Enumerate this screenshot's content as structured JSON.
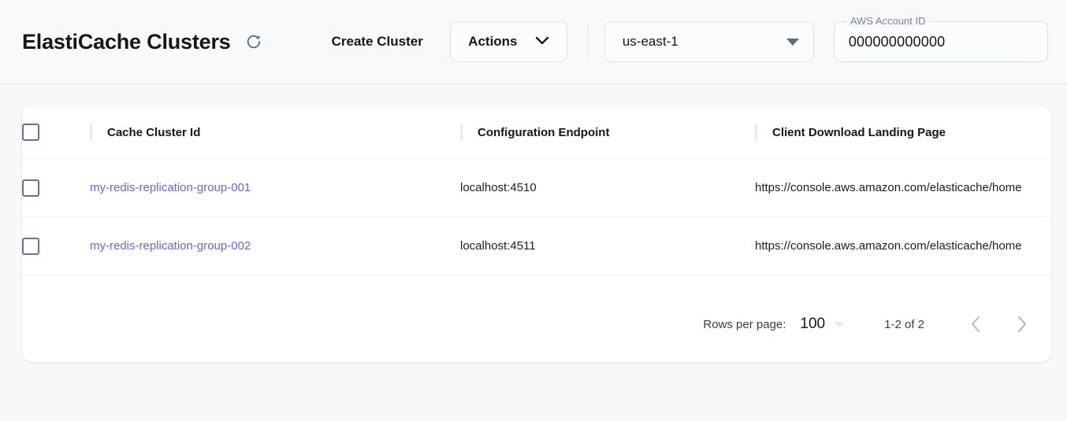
{
  "header": {
    "title": "ElastiCache Clusters",
    "refresh_icon": "refresh-icon",
    "create_label": "Create Cluster",
    "actions_label": "Actions",
    "actions_caret_icon": "chevron-down-icon",
    "region_value": "us-east-1",
    "region_caret_icon": "caret-down-icon",
    "account_legend": "AWS Account ID",
    "account_value": "000000000000"
  },
  "table": {
    "columns": [
      {
        "key": "name",
        "label": "Cache Cluster Id"
      },
      {
        "key": "endpoint",
        "label": "Configuration Endpoint"
      },
      {
        "key": "landing",
        "label": "Client Download Landing Page"
      }
    ],
    "rows": [
      {
        "name": "my-redis-replication-group-001",
        "endpoint": "localhost:4510",
        "landing": "https://console.aws.amazon.com/elasticache/home"
      },
      {
        "name": "my-redis-replication-group-002",
        "endpoint": "localhost:4511",
        "landing": "https://console.aws.amazon.com/elasticache/home"
      }
    ]
  },
  "pagination": {
    "rows_per_page_label": "Rows per page:",
    "rows_per_page_value": "100",
    "range_label": "1-2 of 2",
    "prev_icon": "chevron-left-icon",
    "next_icon": "chevron-right-icon"
  },
  "colors": {
    "link": "#6c63d8",
    "page_bg": "#f7f8fa",
    "card_bg": "#ffffff",
    "checkbox_border": "#62758c"
  }
}
